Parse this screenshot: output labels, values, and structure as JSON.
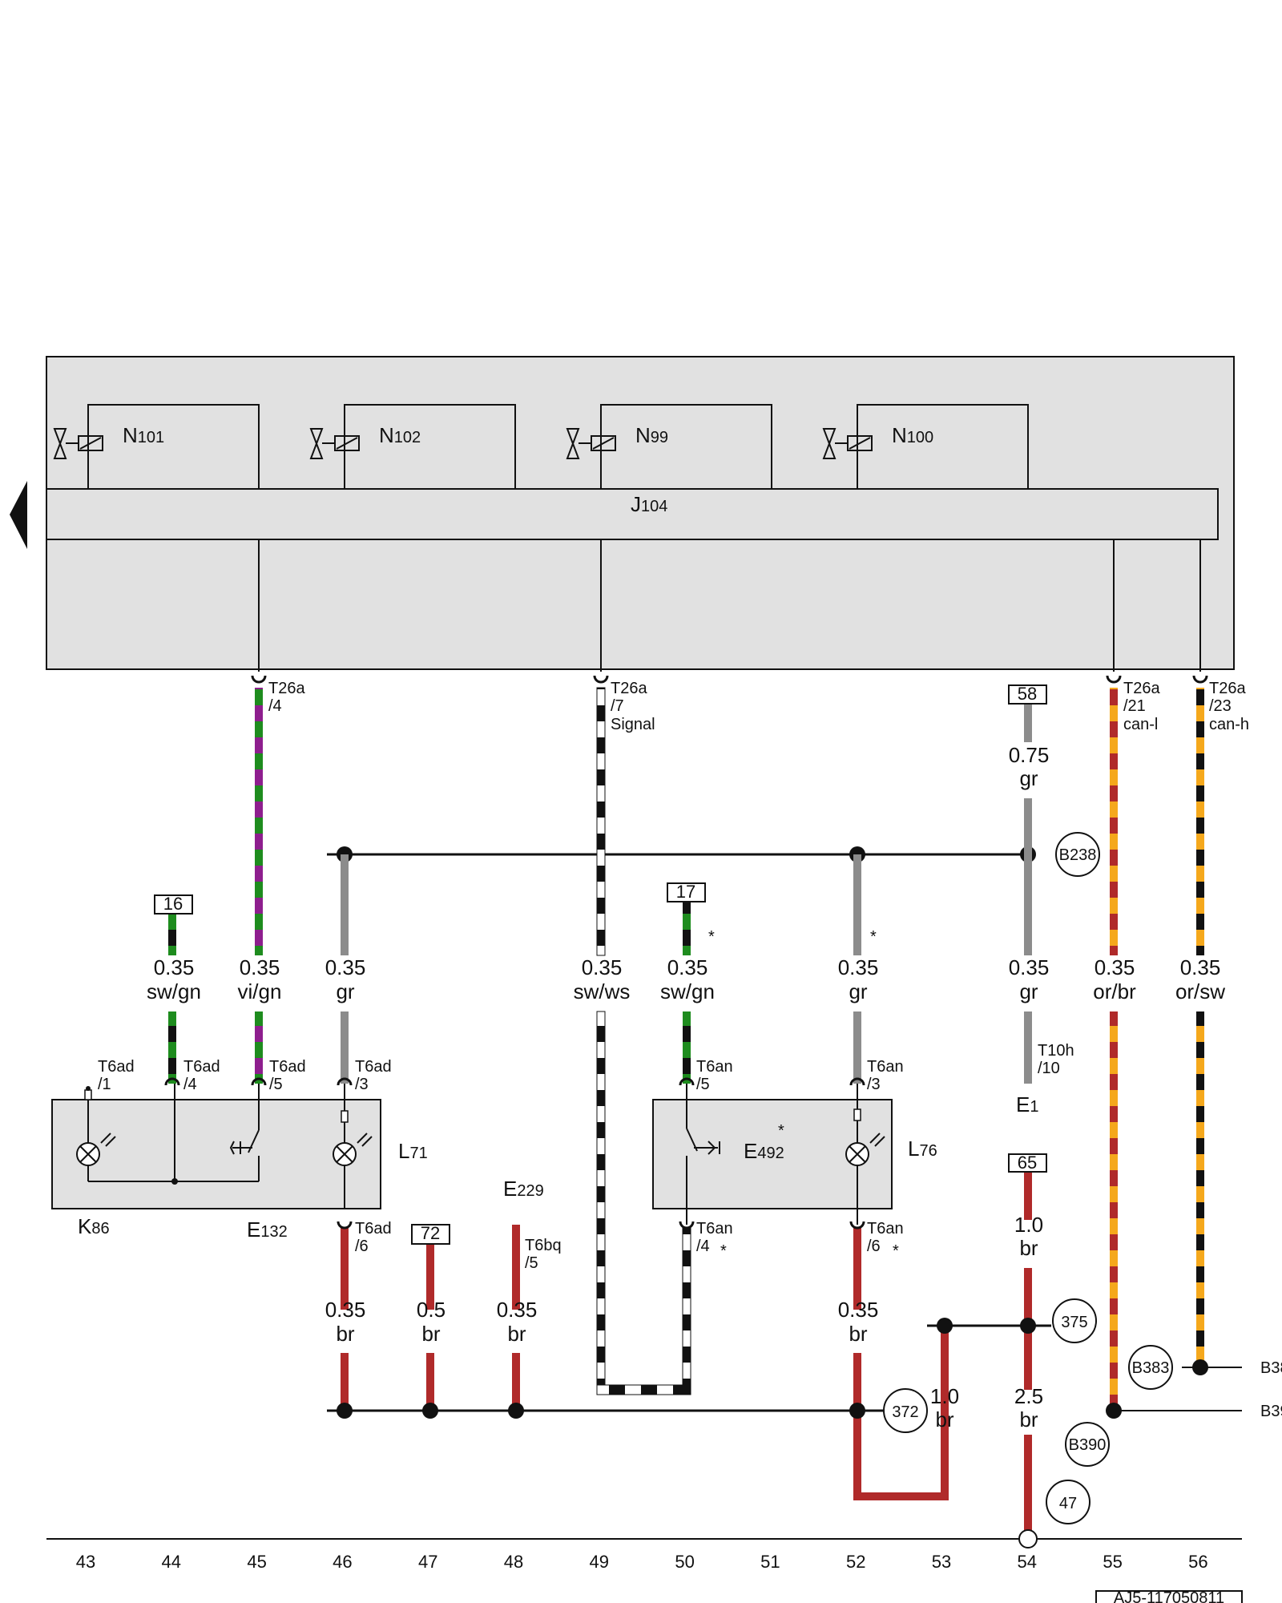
{
  "components": {
    "n101": {
      "name": "N",
      "sub": "101"
    },
    "n102": {
      "name": "N",
      "sub": "102"
    },
    "n99": {
      "name": "N",
      "sub": "99"
    },
    "n100": {
      "name": "N",
      "sub": "100"
    },
    "j104": {
      "name": "J",
      "sub": "104"
    },
    "l71": {
      "name": "L",
      "sub": "71"
    },
    "l76": {
      "name": "L",
      "sub": "76"
    },
    "k86": {
      "name": "K",
      "sub": "86"
    },
    "e132": {
      "name": "E",
      "sub": "132"
    },
    "e229": {
      "name": "E",
      "sub": "229"
    },
    "e492": {
      "name": "E",
      "sub": "492"
    },
    "e1": {
      "name": "E",
      "sub": "1"
    }
  },
  "connectors": {
    "t26a_4": [
      "T26a",
      "/4"
    ],
    "t26a_7": [
      "T26a",
      "/7",
      "Signal"
    ],
    "t26a_21": [
      "T26a",
      "/21",
      "can-l"
    ],
    "t26a_23": [
      "T26a",
      "/23",
      "can-h"
    ],
    "t6ad_1": [
      "T6ad",
      "/1"
    ],
    "t6ad_4": [
      "T6ad",
      "/4"
    ],
    "t6ad_5": [
      "T6ad",
      "/5"
    ],
    "t6ad_3": [
      "T6ad",
      "/3"
    ],
    "t6ad_6": [
      "T6ad",
      "/6"
    ],
    "t6an_5": [
      "T6an",
      "/5"
    ],
    "t6an_3": [
      "T6an",
      "/3"
    ],
    "t6an_4": [
      "T6an",
      "/4"
    ],
    "t6an_6": [
      "T6an",
      "/6"
    ],
    "t6bq_5": [
      "T6bq",
      "/5"
    ],
    "t10h_10": [
      "T10h",
      "/10"
    ]
  },
  "wires": {
    "w44": [
      "0.35",
      "sw/gn"
    ],
    "w45": [
      "0.35",
      "vi/gn"
    ],
    "w46": [
      "0.35",
      "gr"
    ],
    "w49": [
      "0.35",
      "sw/ws"
    ],
    "w50": [
      "0.35",
      "sw/gn"
    ],
    "w52": [
      "0.35",
      "gr"
    ],
    "w54": [
      "0.35",
      "gr"
    ],
    "w55": [
      "0.35",
      "or/br"
    ],
    "w56": [
      "0.35",
      "or/sw"
    ],
    "w54top": [
      "0.75",
      "gr"
    ],
    "w46b": [
      "0.35",
      "br"
    ],
    "w47b": [
      "0.5",
      "br"
    ],
    "w48b": [
      "0.35",
      "br"
    ],
    "w52b": [
      "0.35",
      "br"
    ],
    "w53b": [
      "1.0",
      "br"
    ],
    "w54b": [
      "1.0",
      "br"
    ],
    "w54c": [
      "2.5",
      "br"
    ]
  },
  "refs": {
    "r16": "16",
    "r17": "17",
    "r58": "58",
    "r65": "65",
    "r72": "72"
  },
  "grounds": {
    "b238": "B238",
    "b383": "B383",
    "b390": "B390",
    "g375": "375",
    "g372": "372",
    "g47": "47",
    "edge_b383": "B38",
    "edge_b390": "B39"
  },
  "markers": {
    "asterisk": "*"
  },
  "track_numbers": [
    "43",
    "44",
    "45",
    "46",
    "47",
    "48",
    "49",
    "50",
    "51",
    "52",
    "53",
    "54",
    "55",
    "56"
  ],
  "diagram_id": "AJ5-117050811",
  "colors": {
    "module_fill": "#e1e1e1",
    "green": "#1e8c1e",
    "violet": "#8e1e8e",
    "grey": "#8c8c8c",
    "brown": "#b02a2a",
    "orange": "#f5a81c",
    "black": "#111111"
  }
}
